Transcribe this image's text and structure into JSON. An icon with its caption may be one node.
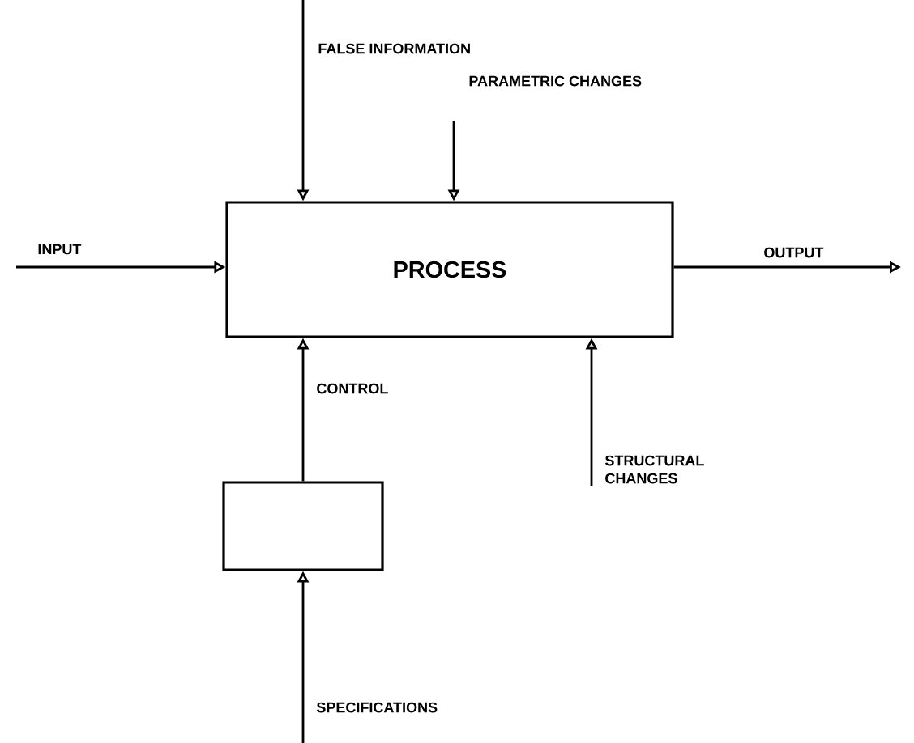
{
  "diagram": {
    "nodes": [
      {
        "text": [
          "PROCESS"
        ]
      },
      {
        "text": [],
        "shape": "box"
      }
    ],
    "edges": [
      {
        "from": null,
        "to": 0,
        "arrow": "to",
        "label": "FALSE INFORMATION"
      },
      {
        "from": null,
        "to": 0,
        "arrow": "to",
        "label": "PARAMETRIC CHANGES"
      },
      {
        "from": null,
        "to": 0,
        "arrow": "to",
        "label": "INPUT"
      },
      {
        "from": 0,
        "to": null,
        "arrow": "to",
        "label": "OUTPUT"
      },
      {
        "from": 1,
        "to": 0,
        "arrow": "to",
        "label": "CONTROL"
      },
      {
        "from": null,
        "to": 0,
        "arrow": "to",
        "label": "STRUCTURAL CHANGES"
      },
      {
        "from": null,
        "to": 1,
        "arrow": "to",
        "label": "SPECIFICATIONS"
      }
    ]
  }
}
